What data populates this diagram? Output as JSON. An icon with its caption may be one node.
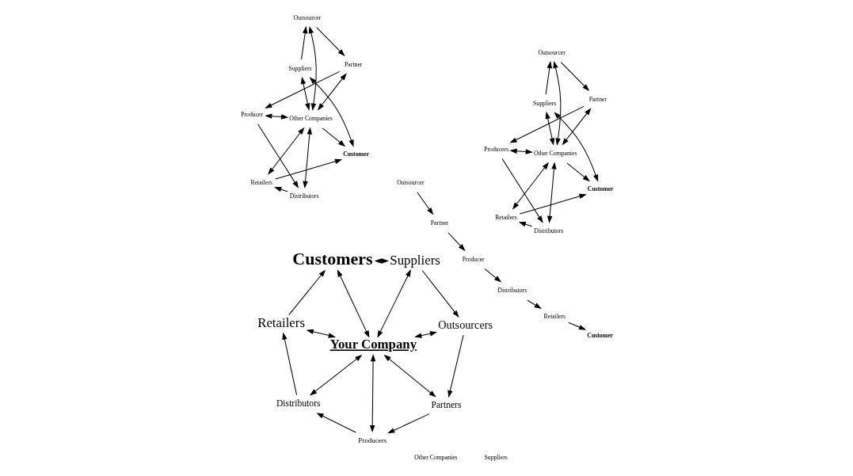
{
  "diagram": {
    "nodes": [
      {
        "text": [
          "Your Company"
        ]
      },
      {
        "text": [
          "Partners"
        ]
      },
      {
        "text": [
          "Producers"
        ]
      },
      {
        "text": [
          "Distributors"
        ]
      },
      {
        "text": [
          "Outsourcers"
        ]
      },
      {
        "text": [
          "Suppliers"
        ]
      },
      {
        "text": [
          "Retailers"
        ]
      },
      {
        "text": [
          "Customers"
        ]
      },
      {
        "text": [
          "Producers"
        ]
      },
      {
        "text": [
          "Partner"
        ]
      },
      {
        "text": [
          "Distributors"
        ]
      },
      {
        "text": [
          "Outsourcer"
        ]
      },
      {
        "text": [
          "Other Companies"
        ]
      },
      {
        "text": [
          "Suppliers"
        ]
      },
      {
        "text": [
          "Retailers"
        ]
      },
      {
        "text": [
          "Customer"
        ]
      },
      {
        "text": [
          "Producer"
        ]
      },
      {
        "text": [
          "Partner"
        ]
      },
      {
        "text": [
          "Distributors"
        ]
      },
      {
        "text": [
          "Outsourcer"
        ]
      },
      {
        "text": [
          "Other Companies"
        ]
      },
      {
        "text": [
          "Suppliers"
        ]
      },
      {
        "text": [
          "Retailers"
        ]
      },
      {
        "text": [
          "Customer"
        ]
      },
      {
        "text": [
          "Producer"
        ]
      },
      {
        "text": [
          "Partner"
        ]
      },
      {
        "text": [
          "Distributors"
        ]
      },
      {
        "text": [
          "Outsourcer"
        ]
      },
      {
        "text": [
          "Other Companies"
        ]
      },
      {
        "text": [
          "Suppliers"
        ]
      },
      {
        "text": [
          "Retailers"
        ]
      },
      {
        "text": [
          "Customer"
        ]
      }
    ],
    "edges": [
      {
        "from": 0,
        "to": 1,
        "arrow": "both"
      },
      {
        "from": 0,
        "to": 2,
        "arrow": "both"
      },
      {
        "from": 0,
        "to": 3,
        "arrow": "both"
      },
      {
        "from": 0,
        "to": 4,
        "arrow": "both"
      },
      {
        "from": 0,
        "to": 5,
        "arrow": "both"
      },
      {
        "from": 0,
        "to": 6,
        "arrow": "both"
      },
      {
        "from": 0,
        "to": 7,
        "arrow": "both"
      },
      {
        "from": 4,
        "to": 1,
        "arrow": "to"
      },
      {
        "from": 1,
        "to": 2,
        "arrow": "to"
      },
      {
        "from": 2,
        "to": 3,
        "arrow": "to"
      },
      {
        "from": 3,
        "to": 6,
        "arrow": "to"
      },
      {
        "from": 5,
        "to": 4,
        "arrow": "to"
      },
      {
        "from": 5,
        "to": 7,
        "arrow": "both"
      },
      {
        "from": 6,
        "to": 7,
        "arrow": "to"
      },
      {
        "from": 12,
        "to": 8,
        "arrow": "both"
      },
      {
        "from": 12,
        "to": 9,
        "arrow": "both"
      },
      {
        "from": 12,
        "to": 10,
        "arrow": "both"
      },
      {
        "from": 12,
        "to": 11,
        "arrow": "both"
      },
      {
        "from": 12,
        "to": 13,
        "arrow": "both"
      },
      {
        "from": 12,
        "to": 14,
        "arrow": "both"
      },
      {
        "from": 12,
        "to": 15,
        "arrow": "to"
      },
      {
        "from": 9,
        "to": 8,
        "arrow": "to"
      },
      {
        "from": 11,
        "to": 9,
        "arrow": "to"
      },
      {
        "from": 13,
        "to": 11,
        "arrow": "to"
      },
      {
        "from": 8,
        "to": 10,
        "arrow": "to"
      },
      {
        "from": 10,
        "to": 14,
        "arrow": "to"
      },
      {
        "from": 14,
        "to": 15,
        "arrow": "to"
      },
      {
        "from": 13,
        "to": 15,
        "arrow": "both"
      },
      {
        "from": 17,
        "to": 16,
        "arrow": "to"
      },
      {
        "from": 16,
        "to": 18,
        "arrow": "to"
      },
      {
        "from": 19,
        "to": 17,
        "arrow": "to"
      },
      {
        "from": 18,
        "to": 22,
        "arrow": "to"
      },
      {
        "from": 22,
        "to": 23,
        "arrow": "to"
      },
      {
        "from": 28,
        "to": 24,
        "arrow": "both"
      },
      {
        "from": 28,
        "to": 25,
        "arrow": "both"
      },
      {
        "from": 28,
        "to": 26,
        "arrow": "both"
      },
      {
        "from": 28,
        "to": 27,
        "arrow": "both"
      },
      {
        "from": 28,
        "to": 29,
        "arrow": "both"
      },
      {
        "from": 28,
        "to": 30,
        "arrow": "both"
      },
      {
        "from": 28,
        "to": 31,
        "arrow": "to"
      },
      {
        "from": 25,
        "to": 24,
        "arrow": "to"
      },
      {
        "from": 27,
        "to": 25,
        "arrow": "to"
      },
      {
        "from": 29,
        "to": 27,
        "arrow": "to"
      },
      {
        "from": 24,
        "to": 26,
        "arrow": "to"
      },
      {
        "from": 26,
        "to": 30,
        "arrow": "to"
      },
      {
        "from": 30,
        "to": 31,
        "arrow": "to"
      },
      {
        "from": 29,
        "to": 31,
        "arrow": "both"
      }
    ]
  }
}
